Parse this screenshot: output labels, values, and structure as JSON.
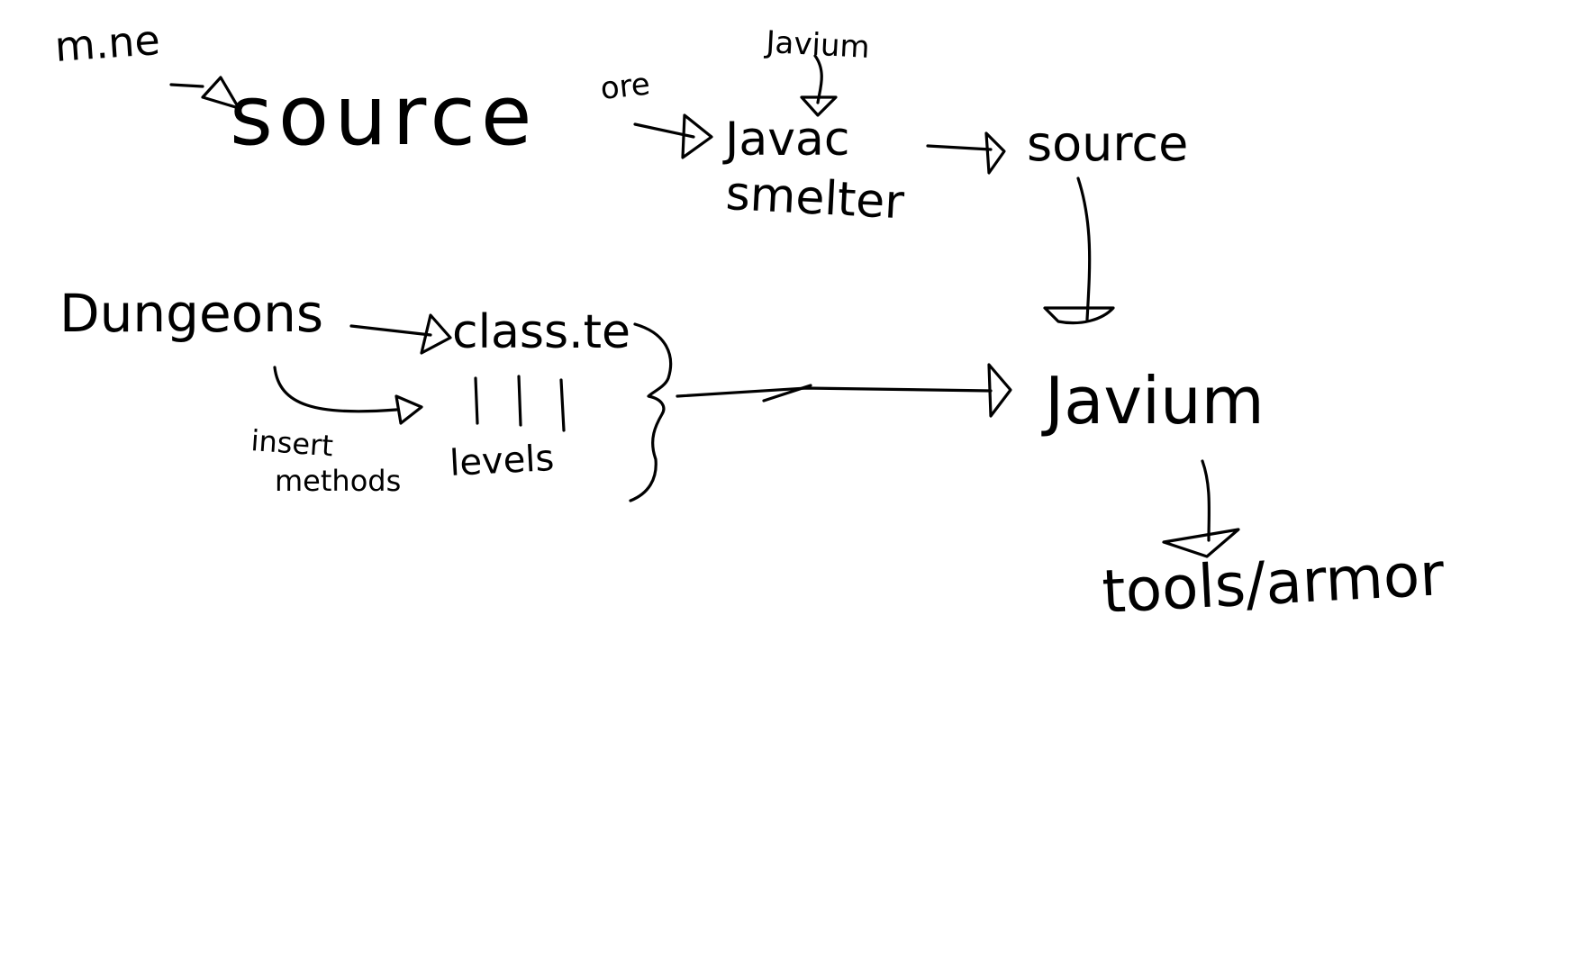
{
  "nodes": {
    "mine": "m.ne",
    "source_top": "source",
    "ore": "ore",
    "javium_top": "Javium",
    "javac_smelter_line1": "Javac",
    "javac_smelter_line2": "smelter",
    "source_right": "source",
    "dungeons": "Dungeons",
    "class_file": "class.te",
    "insert_methods_line1": "insert",
    "insert_methods_line2": "methods",
    "levels": "levels",
    "javium_main": "Javium",
    "tools_armor": "tools/armor"
  },
  "colors": {
    "ink": "#000000",
    "background": "#ffffff"
  }
}
